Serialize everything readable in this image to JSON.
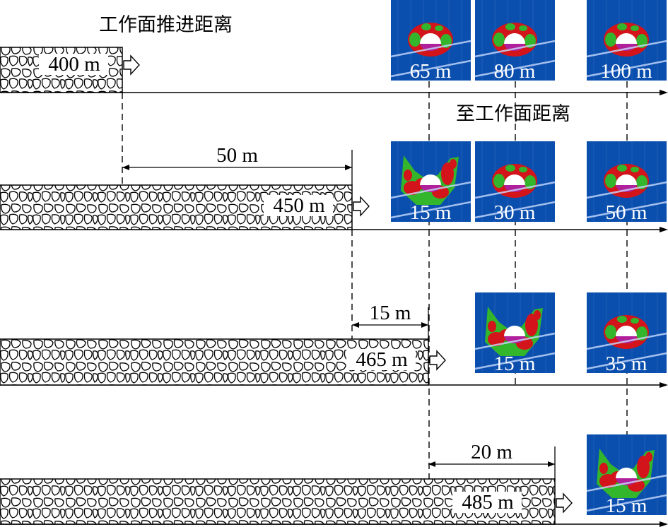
{
  "title_advance": "工作面推进距离",
  "title_distance": "至工作面距离",
  "rows": [
    {
      "advance": "400 m",
      "step": "",
      "panels": [
        "65 m",
        "80 m",
        "100 m"
      ]
    },
    {
      "advance": "450 m",
      "step": "50 m",
      "panels": [
        "15 m",
        "30 m",
        "50 m"
      ]
    },
    {
      "advance": "465 m",
      "step": "15 m",
      "panels": [
        "15 m",
        "35 m"
      ]
    },
    {
      "advance": "485 m",
      "step": "20 m",
      "panels": [
        "15 m"
      ]
    }
  ],
  "colors": {
    "panel_bg": "#0b4fae",
    "failure_red": "#d3141a",
    "failure_green": "#33b52c",
    "cavity": "#ffffff",
    "floor": "#b0209a"
  }
}
